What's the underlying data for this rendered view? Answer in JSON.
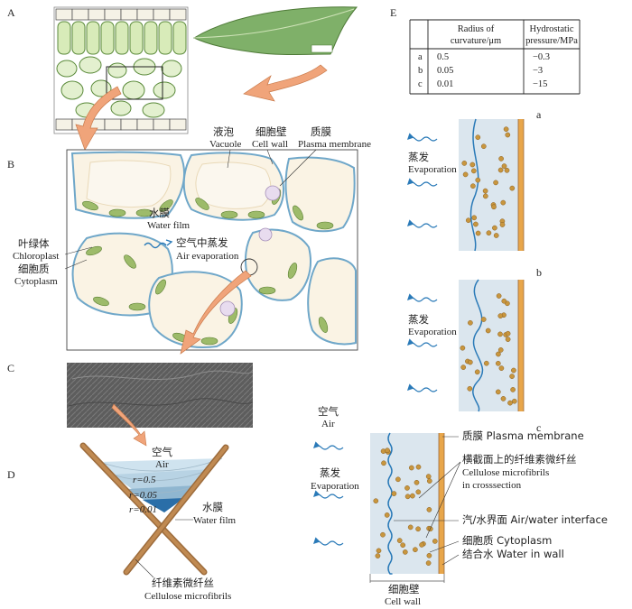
{
  "panels": {
    "a": "A",
    "b": "B",
    "c": "C",
    "d": "D",
    "e": "E"
  },
  "panel_b": {
    "vacuole_cn": "液泡",
    "vacuole_en": "Vacuole",
    "cellwall_cn": "细胞壁",
    "cellwall_en": "Cell wall",
    "plasma_cn": "质膜",
    "plasma_en": "Plasma membrane",
    "waterfilm_cn": "水膜",
    "waterfilm_en": "Water film",
    "chloroplast_cn": "叶绿体",
    "chloroplast_en": "Chloroplast",
    "cytoplasm_cn": "细胞质",
    "cytoplasm_en": "Cytoplasm",
    "airevap_cn": "空气中蒸发",
    "airevap_en": "Air evaporation"
  },
  "panel_d": {
    "air_cn": "空气",
    "air_en": "Air",
    "r1": "r=0.5",
    "r2": "r=0.05",
    "r3": "r=0.01",
    "waterfilm_cn": "水膜",
    "waterfilm_en": "Water film",
    "fibril_cn": "纤维素微纤丝",
    "fibril_en": "Cellulose microfibrils"
  },
  "table": {
    "headers": [
      "",
      "Radius of curvature/μm",
      "Hydrostatic pressure/MPa"
    ],
    "rows": [
      {
        "id": "a",
        "radius": "0.5",
        "pressure": "−0.3"
      },
      {
        "id": "b",
        "radius": "0.05",
        "pressure": "−3"
      },
      {
        "id": "c",
        "radius": "0.01",
        "pressure": "−15"
      }
    ]
  },
  "panel_e": {
    "sub_a": "a",
    "sub_b": "b",
    "sub_c": "c",
    "evap_cn": "蒸发",
    "evap_en": "Evaporation",
    "air_cn": "空气",
    "air_en": "Air",
    "plasma": "质膜 Plasma membrane",
    "cellulose_cn": "横截面上的纤维素微纤丝",
    "cellulose_en1": "Cellulose microfibrils",
    "cellulose_en2": "in crosssection",
    "interface": "汽/水界面 Air/water interface",
    "cytoplasm": "细胞质 Cytoplasm",
    "wallwater": "结合水 Water in wall",
    "cellwall_cn": "细胞壁",
    "cellwall_en": "Cell wall"
  },
  "colors": {
    "leaf_green": "#7fb069",
    "chloroplast": "#9dbb6a",
    "cell_wall": "#e9d9b8",
    "water_blue": "#2a7ab8",
    "cytoplasm": "#dbe6ee",
    "orange_arrow": "#f0a47a",
    "wall_orange": "#e8a64a",
    "dot": "#c8963e"
  }
}
